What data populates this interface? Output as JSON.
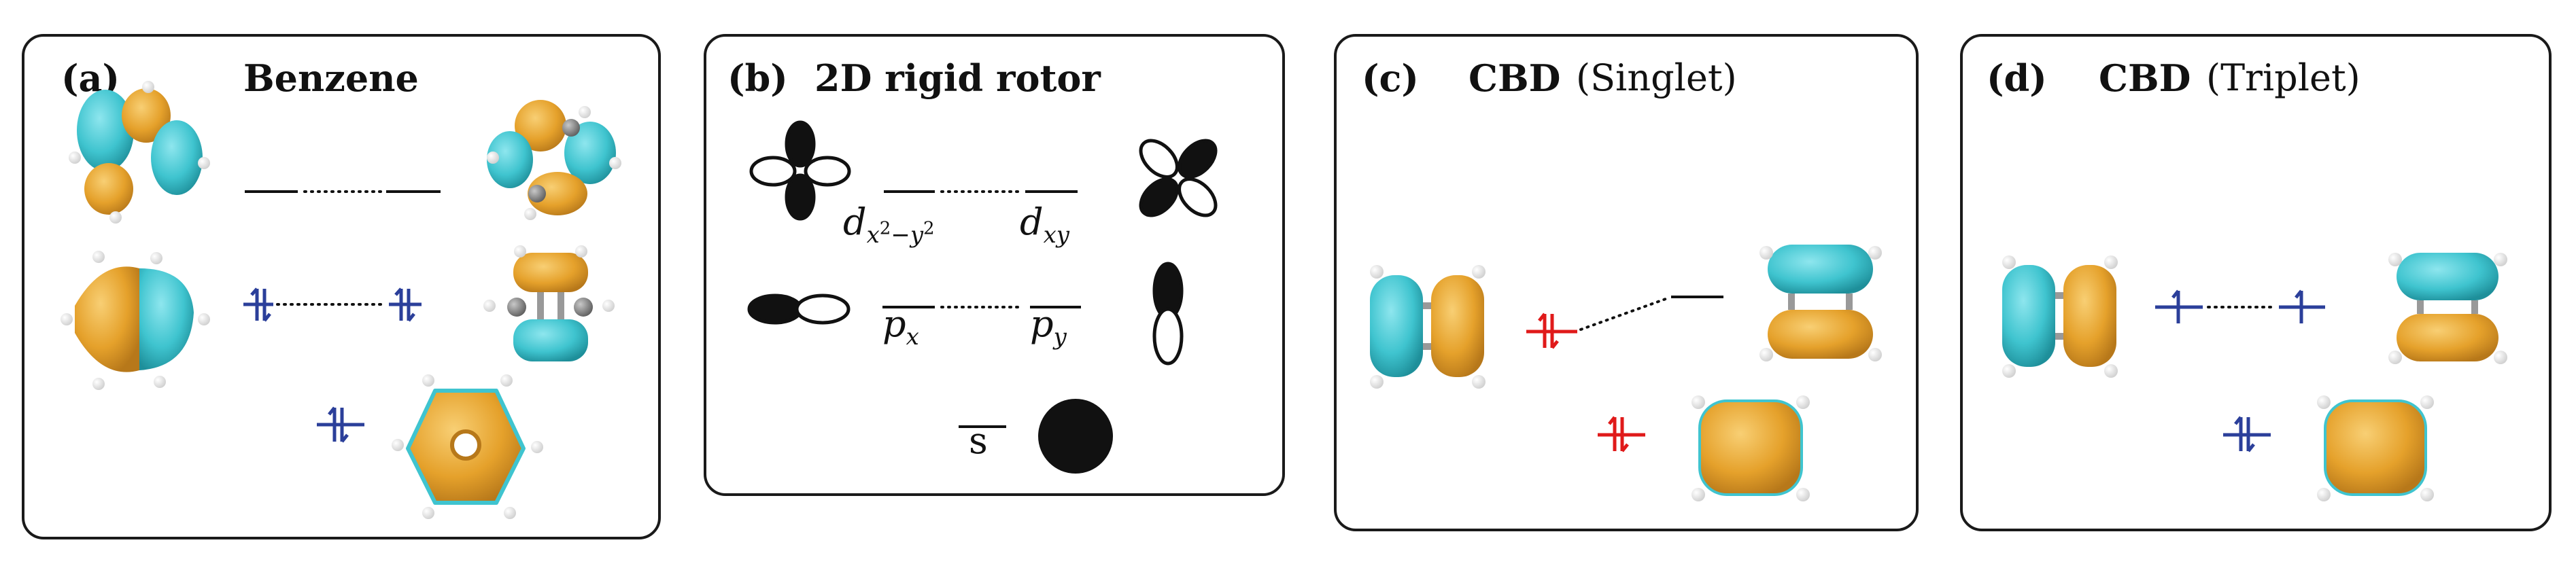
{
  "colors": {
    "cyan": "#3fc4cf",
    "orange": "#e5a12b",
    "spin_blue": "#2b3f9a",
    "spin_red": "#e01a1a",
    "border": "#1a1a1a"
  },
  "panels": [
    {
      "id": "a",
      "label": "(a)",
      "title": "Benzene"
    },
    {
      "id": "b",
      "label": "(b)",
      "title": "2D rigid rotor",
      "levels": {
        "d_pair": [
          "d",
          "x",
          "2",
          "−",
          "y",
          "2",
          "d",
          "xy"
        ],
        "p_pair": [
          "p",
          "x",
          "p",
          "y"
        ],
        "s": "s"
      }
    },
    {
      "id": "c",
      "label": "(c)",
      "title": "CBD",
      "subtitle": "(Singlet)"
    },
    {
      "id": "d",
      "label": "(d)",
      "title": "CBD",
      "subtitle": "(Triplet)"
    }
  ],
  "icons": [
    "orbital-isosurface-icon",
    "spin-pair-arrow-icon",
    "single-spin-arrow-icon",
    "d-orbital-lobe-icon",
    "p-orbital-lobe-icon",
    "s-orbital-disc-icon"
  ]
}
